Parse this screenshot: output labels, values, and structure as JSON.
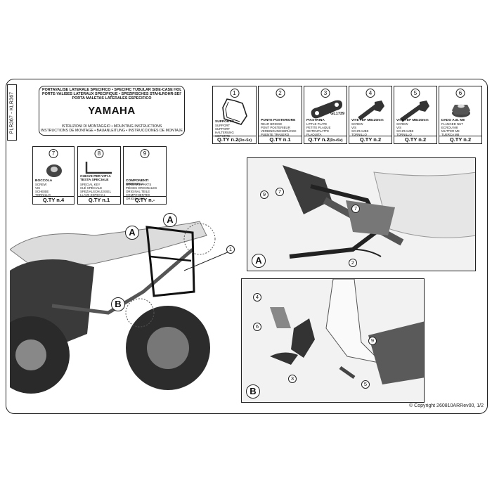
{
  "doc": {
    "code": "PLR367 - KLR367",
    "title_lines": [
      "PORTAVALISE LATERALE SPECIFICO • SPECIFIC TUBULAR SIDE-CASE HOLDER",
      "PORTE-VALISES LATÉRAUX SPÉCIFIQUE • SPEZIFISCHES STAHLROHR-SEITENTRAEGER",
      "PORTA MALETAS LATERALES ESPECÍFICO"
    ],
    "brand": "YAMAHA",
    "instruction_lines": [
      "ISTRUZIONI DI MONTAGGIO • MOUNTING INSTRUCTIONS",
      "INSTRUCTIONS DE MONTAGE • BAUANLEITUNG • INSTRUCCIONES DE MONTAJE"
    ],
    "copyright": "© Copyright 260810ARRev00, 1/2"
  },
  "parts": [
    {
      "num": "1",
      "name": "SUPPORTO",
      "sub": [
        "SUPPORT",
        "SUPPORT",
        "HALTERUNG",
        "SOPORTE"
      ],
      "qty": "Q.TY n.2",
      "qty_note": "(Dx+Sx)",
      "icon": "side-frame-icon"
    },
    {
      "num": "2",
      "name": "PONTE POSTERIORE",
      "sub": [
        "REAR BRIDGE",
        "PONT POSTERIEUR",
        "VERBINDUNGSBRÜCKE",
        "PUENTE TRASERO"
      ],
      "qty": "Q.TY n.1",
      "icon": "blank"
    },
    {
      "num": "3",
      "name": "PIASTRINA",
      "sub": [
        "LITTLE PLATE",
        "PETITE PLAQUE",
        "SEITENPLATTE",
        "PLAQUITA"
      ],
      "qty": "Q.TY n.2",
      "qty_note": "(Dx+Sx)",
      "code": "GL1739",
      "icon": "plate-icon"
    },
    {
      "num": "4",
      "name": "VITE TEF M8x20mm",
      "sub": [
        "SCREW",
        "VIS",
        "SCHRAUBE",
        "TORNILLO"
      ],
      "qty": "Q.TY n.2",
      "icon": "screw-icon"
    },
    {
      "num": "5",
      "name": "VITE TEF M8x30mm",
      "sub": [
        "SCREW",
        "VIS",
        "SCHRAUBE",
        "TORNILLO"
      ],
      "qty": "Q.TY n.2",
      "icon": "screw-icon"
    },
    {
      "num": "6",
      "name": "DADO A.B. M8",
      "sub": [
        "FLANGED NUT",
        "ECROU M8",
        "MUTTER M8",
        "TUERCA M8"
      ],
      "qty": "Q.TY n.2",
      "icon": "nut-icon"
    },
    {
      "num": "7",
      "name": "BOCCOLA",
      "sub": [
        "SCREW",
        "VIS",
        "SCHEIBE",
        "TORNILLO"
      ],
      "qty": "Q.TY n.4",
      "icon": "bushing-icon"
    },
    {
      "num": "8",
      "name": "CHIAVE PER VITI A TESTA SPECIALE",
      "sub": [
        "SPECIAL KEY",
        "CLÉ SPÉCIALE",
        "SPEZIALSCHLÜSSEL",
        "LLAVE ESPECIAL"
      ],
      "qty": "Q.TY n.1",
      "icon": "key-icon"
    },
    {
      "num": "9",
      "name": "COMPONENTI ORIGINALI",
      "sub": [
        "ORIGINAL PARTS",
        "PIÈCES ORIGINALES",
        "ORIGINAL TEILE",
        "COMPONENTES ORIGINALES"
      ],
      "qty": "Q.TY n.-",
      "icon": "blank"
    }
  ],
  "diagram": {
    "main_labels": [
      "A",
      "A",
      "B"
    ],
    "main_callout": "1",
    "detail_a": {
      "letter": "A",
      "callouts": [
        "9",
        "7",
        "7",
        "2"
      ]
    },
    "detail_b": {
      "letter": "B",
      "callouts": [
        "4",
        "6",
        "3",
        "9",
        "5"
      ]
    }
  }
}
